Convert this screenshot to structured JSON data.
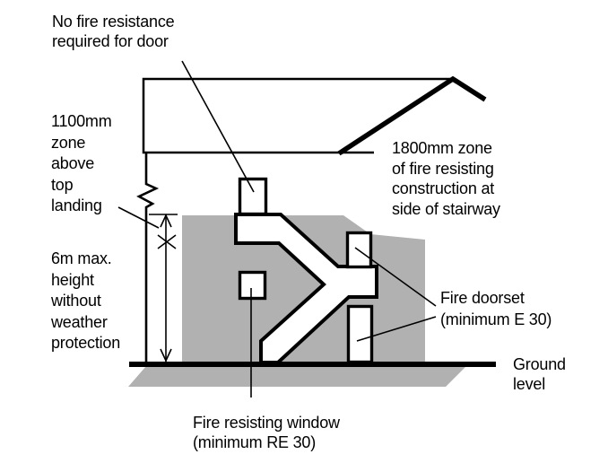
{
  "labels": {
    "no_fire_resistance": "No fire resistance\nrequired for door",
    "zone_1100": "1100mm\nzone\nabove\ntop\nlanding",
    "max_height": "6m max.\nheight\nwithout\nweather\nprotection",
    "zone_1800": "1800mm zone\nof fire resisting\nconstruction at\nside of stairway",
    "fire_doorset": "Fire doorset\n(minimum E 30)",
    "ground_level": "Ground\nlevel",
    "fire_window": "Fire resisting window\n(minimum RE 30)"
  },
  "colors": {
    "building_fill": "#b1b1b1",
    "shadow_fill": "#b1b1b1",
    "line": "#000000",
    "background": "#ffffff"
  }
}
